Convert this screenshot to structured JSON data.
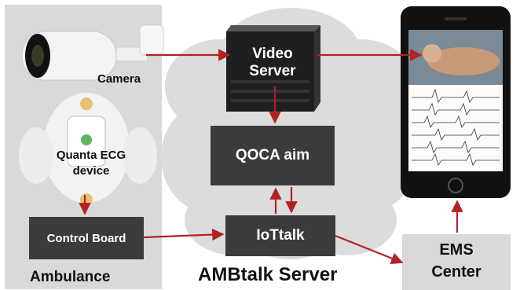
{
  "labels": {
    "camera": "Camera",
    "ecg_device_line1": "Quanta ECG",
    "ecg_device_line2": "device",
    "control_board": "Control Board",
    "ambulance": "Ambulance",
    "video_server_line1": "Video",
    "video_server_line2": "Server",
    "qoca_aim": "QOCA aim",
    "iottalk": "IoTtalk",
    "ambtalk_server": "AMBtalk Server",
    "ems_line1": "EMS",
    "ems_line2": "Center"
  },
  "colors": {
    "panel": "#d9d9d9",
    "box": "#3b3b3b",
    "arrow": "#b22222",
    "cloud": "#dcdcdc"
  },
  "icons": [
    "camera-icon",
    "ecg-device-icon",
    "server-rack-icon",
    "smartphone-icon"
  ]
}
